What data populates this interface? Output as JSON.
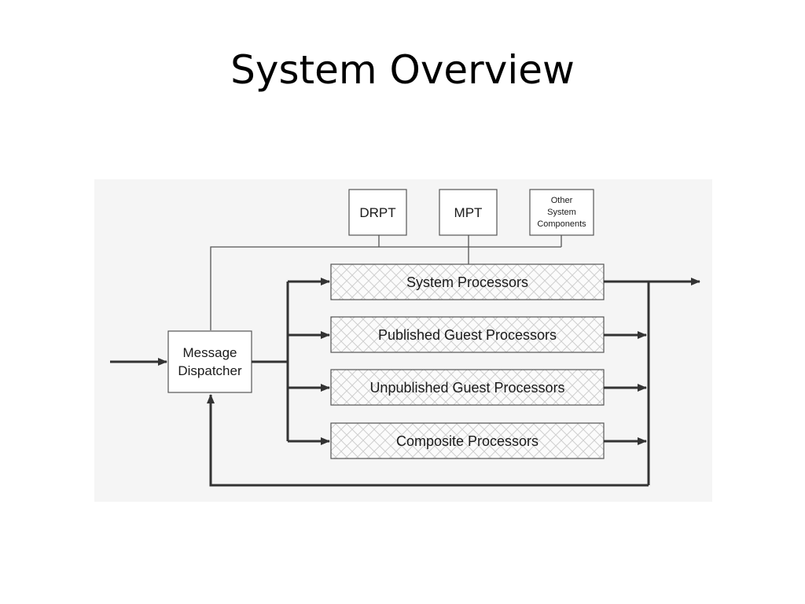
{
  "slide": {
    "title": "System Overview"
  },
  "diagram": {
    "top_boxes": {
      "drpt": "DRPT",
      "mpt": "MPT",
      "other_line1": "Other",
      "other_line2": "System",
      "other_line3": "Components"
    },
    "dispatcher": {
      "line1": "Message",
      "line2": "Dispatcher"
    },
    "processors": [
      {
        "label": "System Processors"
      },
      {
        "label": "Published Guest Processors"
      },
      {
        "label": "Unpublished Guest Processors"
      },
      {
        "label": "Composite Processors"
      }
    ],
    "colors": {
      "background_panel": "#f5f5f5",
      "box_border": "#555555",
      "line": "#333333",
      "hatch": "#c8c8c8"
    }
  }
}
